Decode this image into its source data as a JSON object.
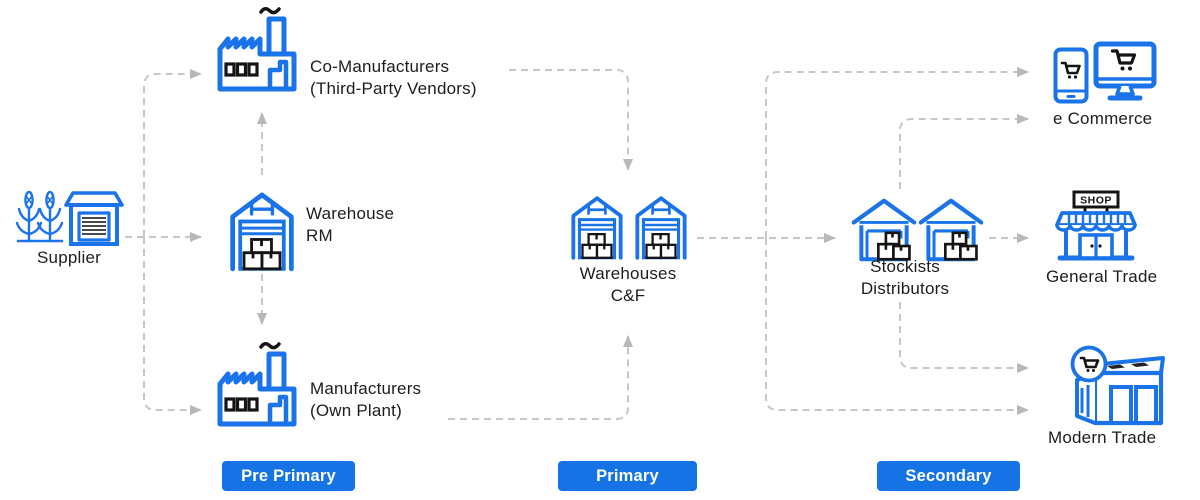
{
  "nodes": {
    "supplier": {
      "label": "Supplier"
    },
    "co_manufacturers": {
      "line1": "Co-Manufacturers",
      "line2": "(Third-Party Vendors)"
    },
    "warehouse_rm": {
      "line1": "Warehouse",
      "line2": "RM"
    },
    "manufacturers": {
      "line1": "Manufacturers",
      "line2": "(Own Plant)"
    },
    "warehouses_cf": {
      "line1": "Warehouses",
      "line2": "C&F"
    },
    "stockists_distributors": {
      "line1": "Stockists",
      "line2": "Distributors"
    },
    "ecommerce": {
      "label": "e Commerce"
    },
    "general_trade": {
      "label": "General Trade",
      "sign": "SHOP"
    },
    "modern_trade": {
      "label": "Modern Trade"
    }
  },
  "stage_badges": [
    {
      "label": "Pre Primary"
    },
    {
      "label": "Primary"
    },
    {
      "label": "Secondary"
    }
  ],
  "edges": [
    {
      "from": "supplier",
      "to": "co_manufacturers"
    },
    {
      "from": "supplier",
      "to": "warehouse_rm"
    },
    {
      "from": "supplier",
      "to": "manufacturers"
    },
    {
      "from": "warehouse_rm",
      "to": "co_manufacturers"
    },
    {
      "from": "warehouse_rm",
      "to": "manufacturers"
    },
    {
      "from": "co_manufacturers",
      "to": "warehouses_cf"
    },
    {
      "from": "manufacturers",
      "to": "warehouses_cf"
    },
    {
      "from": "warehouses_cf",
      "to": "stockists_distributors"
    },
    {
      "from": "warehouses_cf",
      "to": "ecommerce"
    },
    {
      "from": "warehouses_cf",
      "to": "modern_trade"
    },
    {
      "from": "stockists_distributors",
      "to": "ecommerce"
    },
    {
      "from": "stockists_distributors",
      "to": "general_trade"
    },
    {
      "from": "stockists_distributors",
      "to": "modern_trade"
    }
  ],
  "icons": {
    "supplier": "corn-plants-and-garage",
    "co_manufacturers": "factory-with-chimney-smoke",
    "warehouse_rm": "warehouse-with-boxes",
    "manufacturers": "factory-with-chimney-smoke",
    "warehouses_cf": "two-warehouses-with-boxes",
    "stockists_distributors": "two-sheds-with-boxes",
    "ecommerce": "phone-and-monitor-with-cart",
    "general_trade": "shop-storefront-with-awning",
    "modern_trade": "supermarket-with-cart-badge"
  },
  "colors": {
    "accent_blue": "#1A73E8",
    "badge_blue": "#1673E6",
    "connector_gray": "#C7C7C7",
    "arrow_gray": "#B8B8B8",
    "icon_black": "#141414",
    "text": "#1D1D1D",
    "background": "#FFFFFF"
  }
}
